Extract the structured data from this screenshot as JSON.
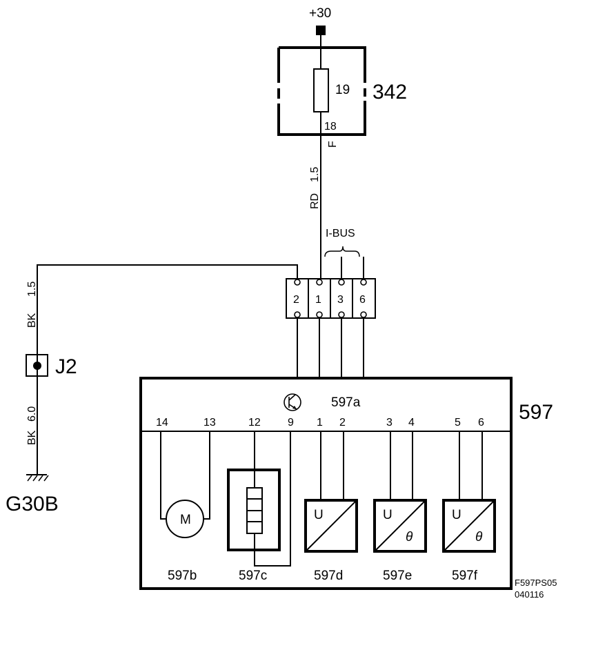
{
  "supply": {
    "label": "+30"
  },
  "fuse_box": {
    "id": "342",
    "fuse_number": "19",
    "pin": "18",
    "pin_letter": "F"
  },
  "wires": {
    "supply_wire": {
      "color": "RD",
      "size": "1.5"
    },
    "ground_upper": {
      "color": "BK",
      "size": "1.5"
    },
    "ground_lower": {
      "color": "BK",
      "size": "6.0"
    }
  },
  "connector": {
    "bus_label": "I-BUS",
    "pins": [
      "2",
      "1",
      "3",
      "6"
    ]
  },
  "splice": {
    "label": "J2"
  },
  "ground_point": {
    "label": "G30B"
  },
  "control_unit": {
    "id": "597",
    "sub_id": "597a",
    "terminals": [
      "14",
      "13",
      "12",
      "9",
      "1",
      "2",
      "3",
      "4",
      "5",
      "6"
    ],
    "components": [
      {
        "id": "597b",
        "symbol": "M"
      },
      {
        "id": "597c",
        "symbol": ""
      },
      {
        "id": "597d",
        "symbol": "U"
      },
      {
        "id": "597e",
        "symbol": "U",
        "symbol2": "θ"
      },
      {
        "id": "597f",
        "symbol": "U",
        "symbol2": "θ"
      }
    ]
  },
  "footer": {
    "code": "F597PS05",
    "date": "040116"
  }
}
